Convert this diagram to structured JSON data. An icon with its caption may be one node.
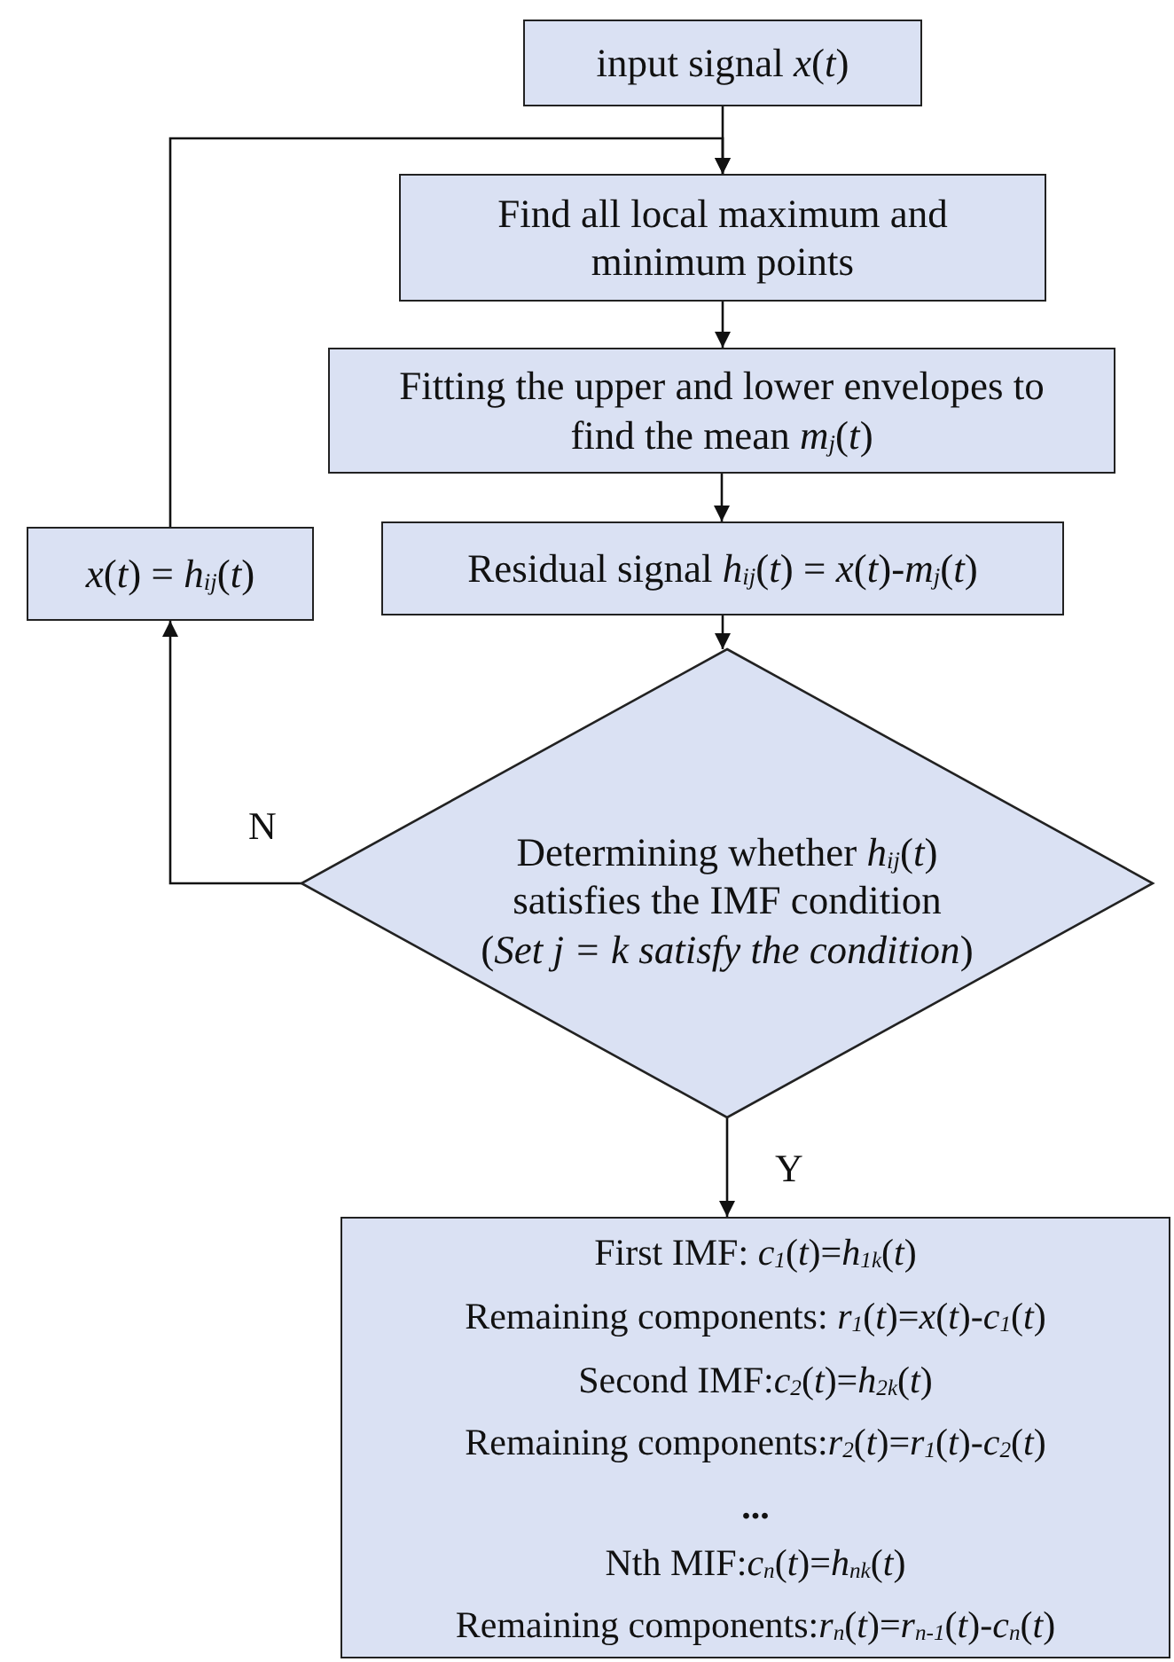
{
  "diagram": {
    "nodes": [
      {
        "text": [
          "input signal *x*(*t*)"
        ]
      },
      {
        "text": [
          "Find all local maximum and minimum points"
        ]
      },
      {
        "text": [
          "Fitting the upper and lower envelopes to find the mean *m*$_{j}$(*t*)"
        ]
      },
      {
        "text": [
          "Residual signal *h*$_{ij}$(*t*) = *x*(*t*)-*m*$_{j}$(*t*)"
        ]
      },
      {
        "text": [
          "*x*(*t*) = *h*$_{ij}$(*t*)"
        ]
      },
      {
        "text": [
          "Determining whether *h*$_{ij}$(*t*) satisfies the IMF condition",
          "(*Set j = k satisfy the condition*)"
        ]
      },
      {
        "text": [
          "First IMF: *c*$_{1}$(*t*)=*h*$_{1k}$(*t*)",
          "Remaining components: *r*$_{1}$(*t*)=*x*(*t*)-*c*$_{1}$(*t*)",
          "Second IMF:*c*$_{2}$(*t*)=*h*$_{2k}$(*t*)",
          "Remaining components:*r*$_{2}$(*t*)=*r*$_{1}$(*t*)-*c*$_{2}$(*t*)",
          "**...**",
          "Nth MIF:*c*$_{n}$(*t*)=*h*$_{nk}$(*t*)",
          "Remaining components:*r*$_{n}$(*t*)=*r*$_{n-1}$(*t*)-*c*$_{n}$(*t*)"
        ]
      }
    ],
    "edges": [
      {
        "from": 0,
        "to": 1,
        "arrow": "to"
      },
      {
        "from": 1,
        "to": 2,
        "arrow": "to"
      },
      {
        "from": 2,
        "to": 3,
        "arrow": "to"
      },
      {
        "from": 3,
        "to": 5,
        "arrow": "to"
      },
      {
        "from": 5,
        "to": 4,
        "arrow": "to",
        "label": "N"
      },
      {
        "from": 4,
        "to": 1,
        "arrow": "to"
      },
      {
        "from": 5,
        "to": 6,
        "arrow": "to",
        "label": "Y"
      }
    ]
  }
}
